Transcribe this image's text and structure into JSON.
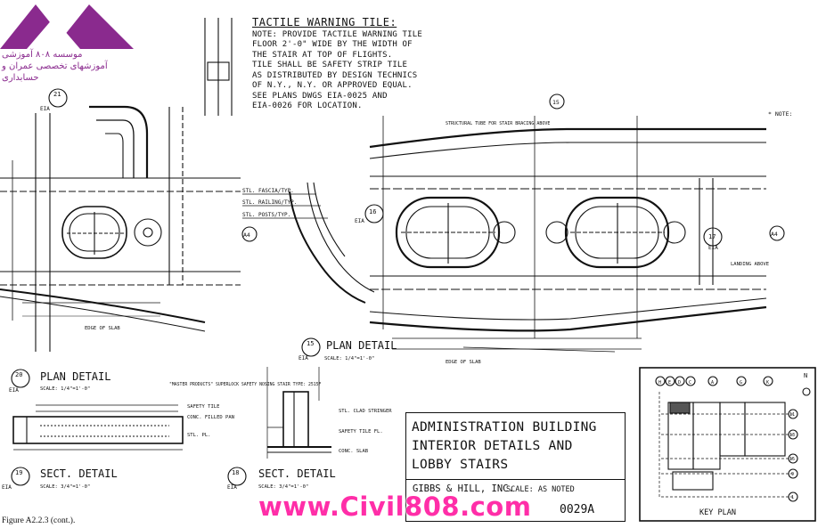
{
  "logo": {
    "line1": "موسسه ۸۰۸ آموزشی",
    "line2": "آموزشهای تخصصی عمران و حسابداری",
    "accent_color": "#8a2a8e"
  },
  "note": {
    "title": "TACTILE WARNING TILE:",
    "lines": [
      "NOTE: PROVIDE TACTILE WARNING TILE",
      "FLOOR 2'-0\" WIDE BY THE WIDTH OF",
      "THE STAIR AT TOP OF FLIGHTS.",
      "TILE SHALL BE SAFETY STRIP TILE",
      "AS DISTRIBUTED BY DESIGN TECHNICS",
      "OF N.Y., N.Y. OR APPROVED EQUAL.",
      "SEE PLANS DWGS EIA-0025 AND",
      "EIA-0026 FOR LOCATION."
    ]
  },
  "details": {
    "plan_detail_15": {
      "num": "15",
      "sheet": "EIA",
      "title": "PLAN DETAIL",
      "scale": "SCALE: 1/4\"=1'-0\""
    },
    "plan_detail_20": {
      "num": "20",
      "sheet": "EIA",
      "title": "PLAN DETAIL",
      "scale": "SCALE: 1/4\"=1'-0\""
    },
    "sect_detail_19": {
      "num": "19",
      "sheet": "EIA",
      "title": "SECT. DETAIL",
      "scale": "SCALE: 3/4\"=1'-0\""
    },
    "sect_detail_18": {
      "num": "18",
      "sheet": "EIA",
      "title": "SECT. DETAIL",
      "scale": "SCALE: 3/4\"=1'-0\""
    },
    "callout_21": {
      "num": "21",
      "sheet": "EIA"
    },
    "callout_16": {
      "num": "16",
      "sheet": "EIA"
    },
    "callout_17": {
      "num": "17",
      "sheet": "EIA"
    }
  },
  "grid_tags": [
    "A4",
    "A4",
    "15"
  ],
  "annotations": {
    "stl_fascia": "STL. FASCIA/TYP.",
    "stl_railing": "STL. RAILING/TYP.",
    "stl_post": "STL. POSTS/TYP.",
    "landing_above": "LANDING ABOVE",
    "edge_slab": "EDGE OF SLAB",
    "structural_tube": "STRUCTURAL TUBE FOR STAIR BRACING ABOVE",
    "tile": "SAFETY TILE",
    "conc_filled_pan": "CONC. FILLED PAN",
    "stl_plate": "STL. PL.",
    "stl_clad_stringer": "STL. CLAD STRINGER",
    "safety_tile_fl": "SAFETY TILE FL.",
    "conc_slab": "CONC. SLAB",
    "safety_tile_note": "\"MASTER PRODUCTS\" SUPERLOCK SAFETY NOSING STAIR TYPE: 2515F",
    "star_note": "* NOTE:"
  },
  "title_block": {
    "lines": [
      "ADMINISTRATION BUILDING",
      "INTERIOR DETAILS AND",
      "LOBBY STAIRS"
    ],
    "firm": "GIBBS & HILL, INC.",
    "scale": "SCALE: AS NOTED",
    "dwg_no": "0029A"
  },
  "key_plan": {
    "title": "KEY PLAN",
    "col_labels": [
      "H",
      "E",
      "D",
      "C",
      "A",
      "G",
      "K"
    ],
    "row_labels": [
      "11",
      "13",
      "15",
      "9",
      "1"
    ],
    "north": "N"
  },
  "watermark": "www.Civil808.com",
  "caption": "Figure A2.2.3 (cont.).",
  "colors": {
    "ink": "#111111",
    "watermark": "#ff2ea8",
    "logo": "#8a2a8e"
  }
}
